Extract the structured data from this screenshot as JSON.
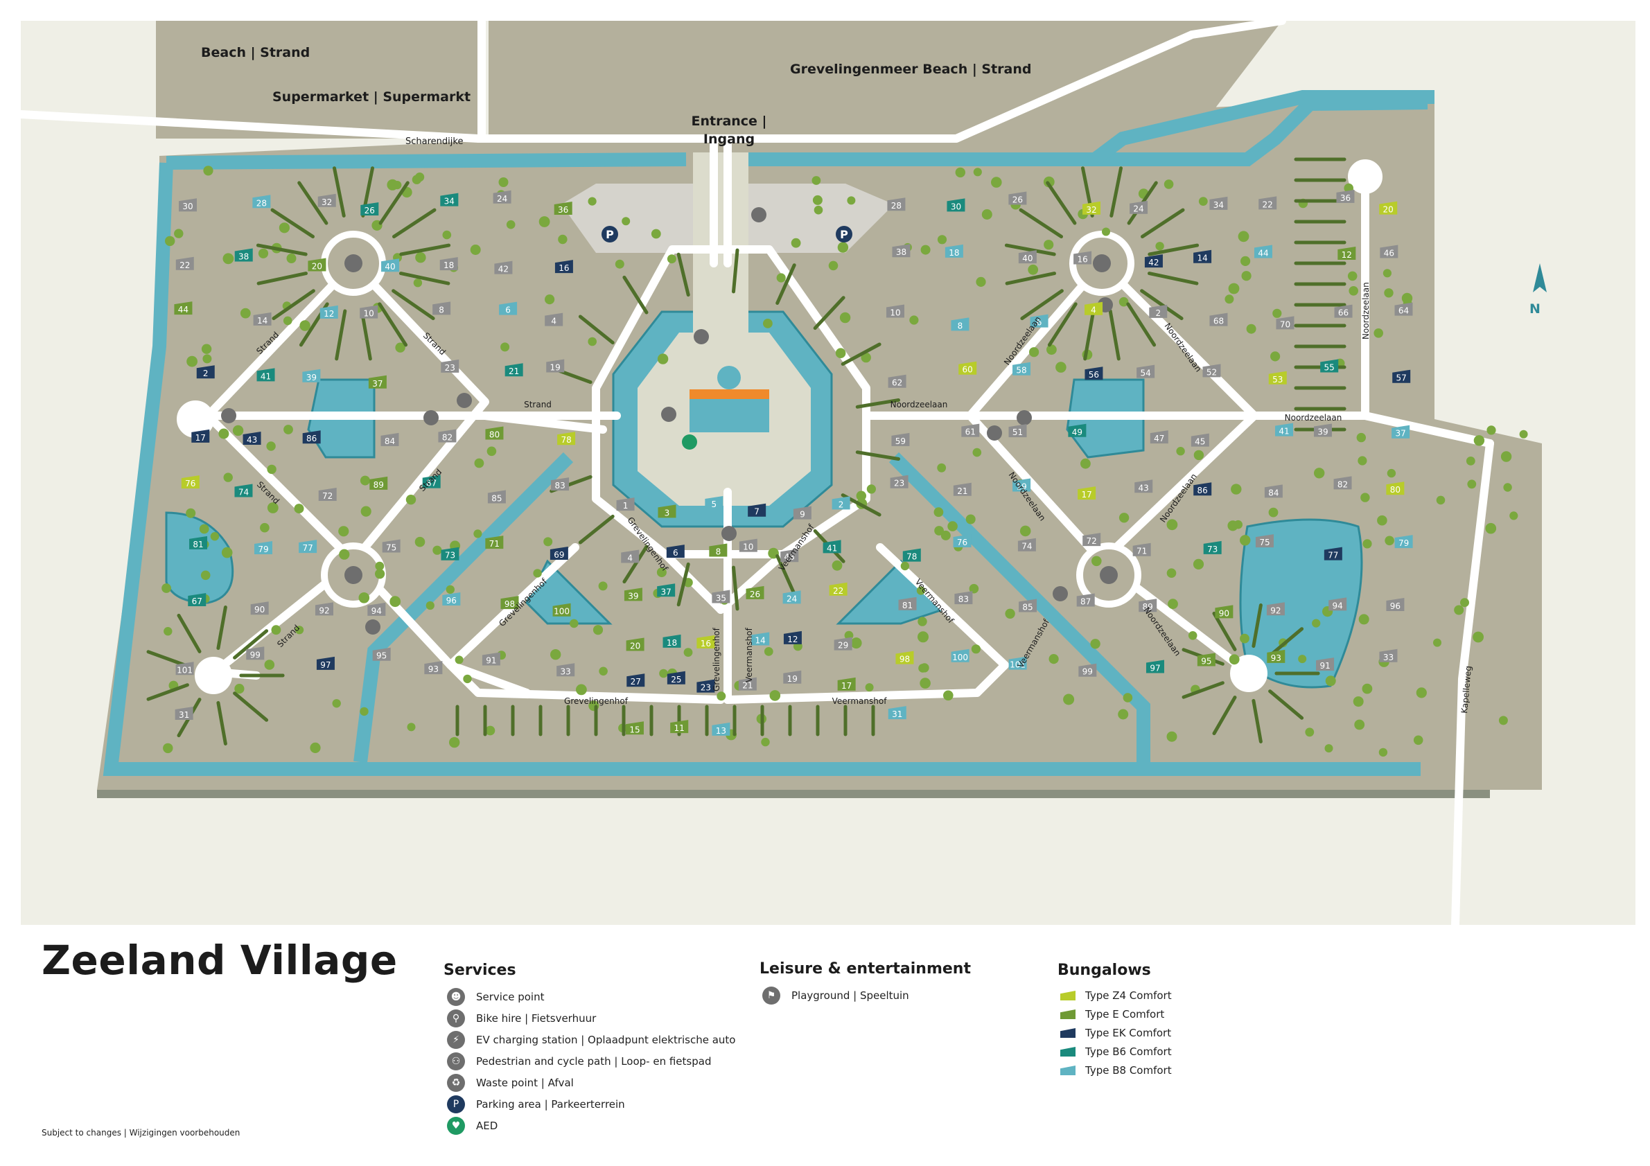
{
  "map": {
    "top_labels": {
      "beach": "Beach | Strand",
      "supermarket": "Supermarket | Supermarkt",
      "grevelingenmeer": "Grevelingenmeer Beach | Strand",
      "entrance_line1": "Entrance |",
      "entrance_line2": "Ingang",
      "scharendijke": "Scharendijke",
      "north": "N"
    },
    "streets": {
      "strand": "Strand",
      "noordzeelaan": "Noordzeelaan",
      "grevelingenhof": "Grevelingenhof",
      "veermanshof": "Veermanshof",
      "kapelleweg": "Kapelleweg"
    },
    "colors": {
      "land": "#b4b09c",
      "water": "#5fb3c2",
      "water_edge": "#2f8a98",
      "road": "#ffffff",
      "background": "#efefe6",
      "tree": "#7aa83e",
      "hedge": "#4f6f2a",
      "parking": "#cfcdc6"
    },
    "bungalows": {
      "left": [
        "30",
        "28",
        "32",
        "26",
        "34",
        "24",
        "36",
        "22",
        "38",
        "20",
        "40",
        "18",
        "42",
        "16",
        "44",
        "14",
        "12",
        "10",
        "8",
        "6",
        "4",
        "2",
        "41",
        "39",
        "37",
        "23",
        "21",
        "19",
        "17",
        "43",
        "86",
        "84",
        "82",
        "80",
        "78",
        "76",
        "74",
        "72",
        "89",
        "87",
        "85",
        "83",
        "81",
        "79",
        "77",
        "75",
        "73",
        "71",
        "69",
        "67",
        "90",
        "92",
        "94",
        "96",
        "98",
        "100",
        "101",
        "99",
        "97",
        "95",
        "93",
        "91",
        "33",
        "31"
      ],
      "center": [
        "1",
        "3",
        "5",
        "7",
        "9",
        "2",
        "4",
        "6",
        "8",
        "10",
        "43",
        "41",
        "39",
        "37",
        "35",
        "26",
        "24",
        "22",
        "20",
        "18",
        "16",
        "14",
        "12",
        "29",
        "27",
        "25",
        "23",
        "21",
        "19",
        "17",
        "15",
        "11",
        "13"
      ],
      "right": [
        "28",
        "30",
        "26",
        "32",
        "24",
        "34",
        "22",
        "36",
        "20",
        "38",
        "18",
        "40",
        "16",
        "42",
        "14",
        "44",
        "12",
        "46",
        "10",
        "8",
        "6",
        "4",
        "2",
        "68",
        "70",
        "66",
        "64",
        "62",
        "60",
        "58",
        "56",
        "54",
        "52",
        "53",
        "55",
        "57",
        "59",
        "61",
        "51",
        "49",
        "47",
        "45",
        "41",
        "39",
        "37",
        "23",
        "21",
        "19",
        "17",
        "43",
        "86",
        "84",
        "82",
        "80",
        "78",
        "76",
        "74",
        "72",
        "71",
        "73",
        "75",
        "77",
        "79",
        "81",
        "83",
        "85",
        "87",
        "89",
        "90",
        "92",
        "94",
        "96",
        "98",
        "100",
        "101",
        "99",
        "97",
        "95",
        "93",
        "91",
        "33",
        "31"
      ]
    }
  },
  "legend": {
    "title": "Zeeland Village",
    "services": {
      "heading": "Services",
      "items": [
        {
          "icon": "service-point-icon",
          "glyph": "☻",
          "label": "Service point",
          "color": "#6e6e6e"
        },
        {
          "icon": "bike-icon",
          "glyph": "⚲",
          "label": "Bike hire | Fietsverhuur",
          "color": "#6e6e6e"
        },
        {
          "icon": "ev-charging-icon",
          "glyph": "⚡",
          "label": "EV charging station | Oplaadpunt elektrische auto",
          "color": "#6e6e6e"
        },
        {
          "icon": "pedestrian-cycle-icon",
          "glyph": "⚇",
          "label": "Pedestrian and cycle path | Loop- en fietspad",
          "color": "#6e6e6e"
        },
        {
          "icon": "waste-point-icon",
          "glyph": "♻",
          "label": "Waste point | Afval",
          "color": "#6e6e6e"
        },
        {
          "icon": "parking-icon",
          "glyph": "P",
          "label": "Parking area | Parkeerterrein",
          "color": "#1f3a5f"
        },
        {
          "icon": "aed-icon",
          "glyph": "♥",
          "label": "AED",
          "color": "#1f9a63"
        }
      ]
    },
    "leisure": {
      "heading": "Leisure & entertainment",
      "items": [
        {
          "icon": "playground-icon",
          "glyph": "⚑",
          "label": "Playground | Speeltuin",
          "color": "#6e6e6e"
        }
      ]
    },
    "bungalow_types": {
      "heading": "Bungalows",
      "items": [
        {
          "label": "Type Z4 Comfort",
          "color": "#b8cc2a"
        },
        {
          "label": "Type E Comfort",
          "color": "#6f9a35"
        },
        {
          "label": "Type EK Comfort",
          "color": "#1f3a5f"
        },
        {
          "label": "Type B6 Comfort",
          "color": "#1a8a7d"
        },
        {
          "label": "Type B8 Comfort",
          "color": "#5fb3c2"
        }
      ]
    },
    "note": "Subject to changes | Wijzigingen voorbehouden"
  }
}
